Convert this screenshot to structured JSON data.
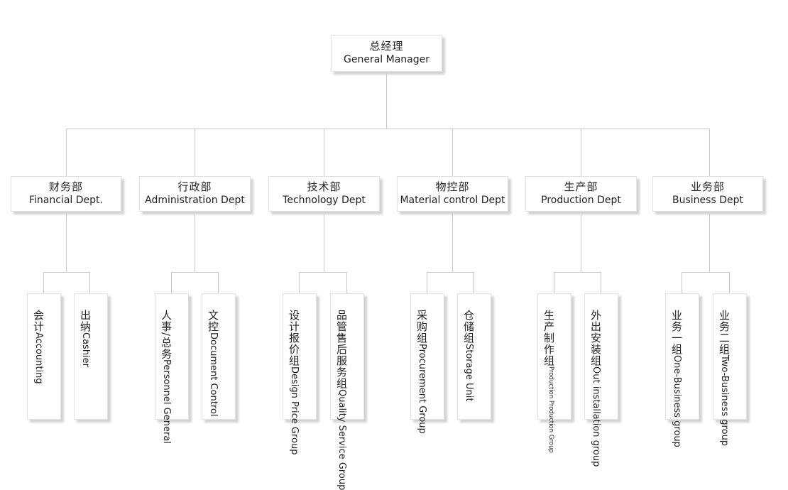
{
  "root": {
    "zh": "总经理",
    "en": "General Manager"
  },
  "departments": [
    {
      "zh": "财务部",
      "en": "Financial Dept.",
      "units": [
        {
          "zh": "会计",
          "en": "Accounting"
        },
        {
          "zh": "出纳",
          "en": "Cashier"
        }
      ]
    },
    {
      "zh": "行政部",
      "en": "Administration Dept",
      "units": [
        {
          "zh": "人事/总务",
          "en": "Personnel General"
        },
        {
          "zh": "文控",
          "en": "Document Control"
        }
      ]
    },
    {
      "zh": "技术部",
      "en": "Technology Dept",
      "units": [
        {
          "zh": "设计报价组",
          "en": "Design Price Group"
        },
        {
          "zh": "品管售后服务组",
          "en": "Quality Service Group"
        }
      ]
    },
    {
      "zh": "物控部",
      "en": "Material control Dept",
      "units": [
        {
          "zh": "采购组",
          "en": "Procurement Group"
        },
        {
          "zh": "仓储组",
          "en": "Storage Unit"
        }
      ]
    },
    {
      "zh": "生产部",
      "en": "Production Dept",
      "units": [
        {
          "zh": "生产制作组",
          "en": "Production Production Group"
        },
        {
          "zh": "外出安装组",
          "en": "Out installation group"
        }
      ]
    },
    {
      "zh": "业务部",
      "en": "Business Dept",
      "units": [
        {
          "zh": "业务一组",
          "en": "One-Business group"
        },
        {
          "zh": "业务二组",
          "en": "Two-Business group"
        }
      ]
    }
  ],
  "colors": {
    "line": "#c8c8c8",
    "border": "#e2e2e2",
    "shadow": "#d2d2d2",
    "text": "#222222"
  }
}
